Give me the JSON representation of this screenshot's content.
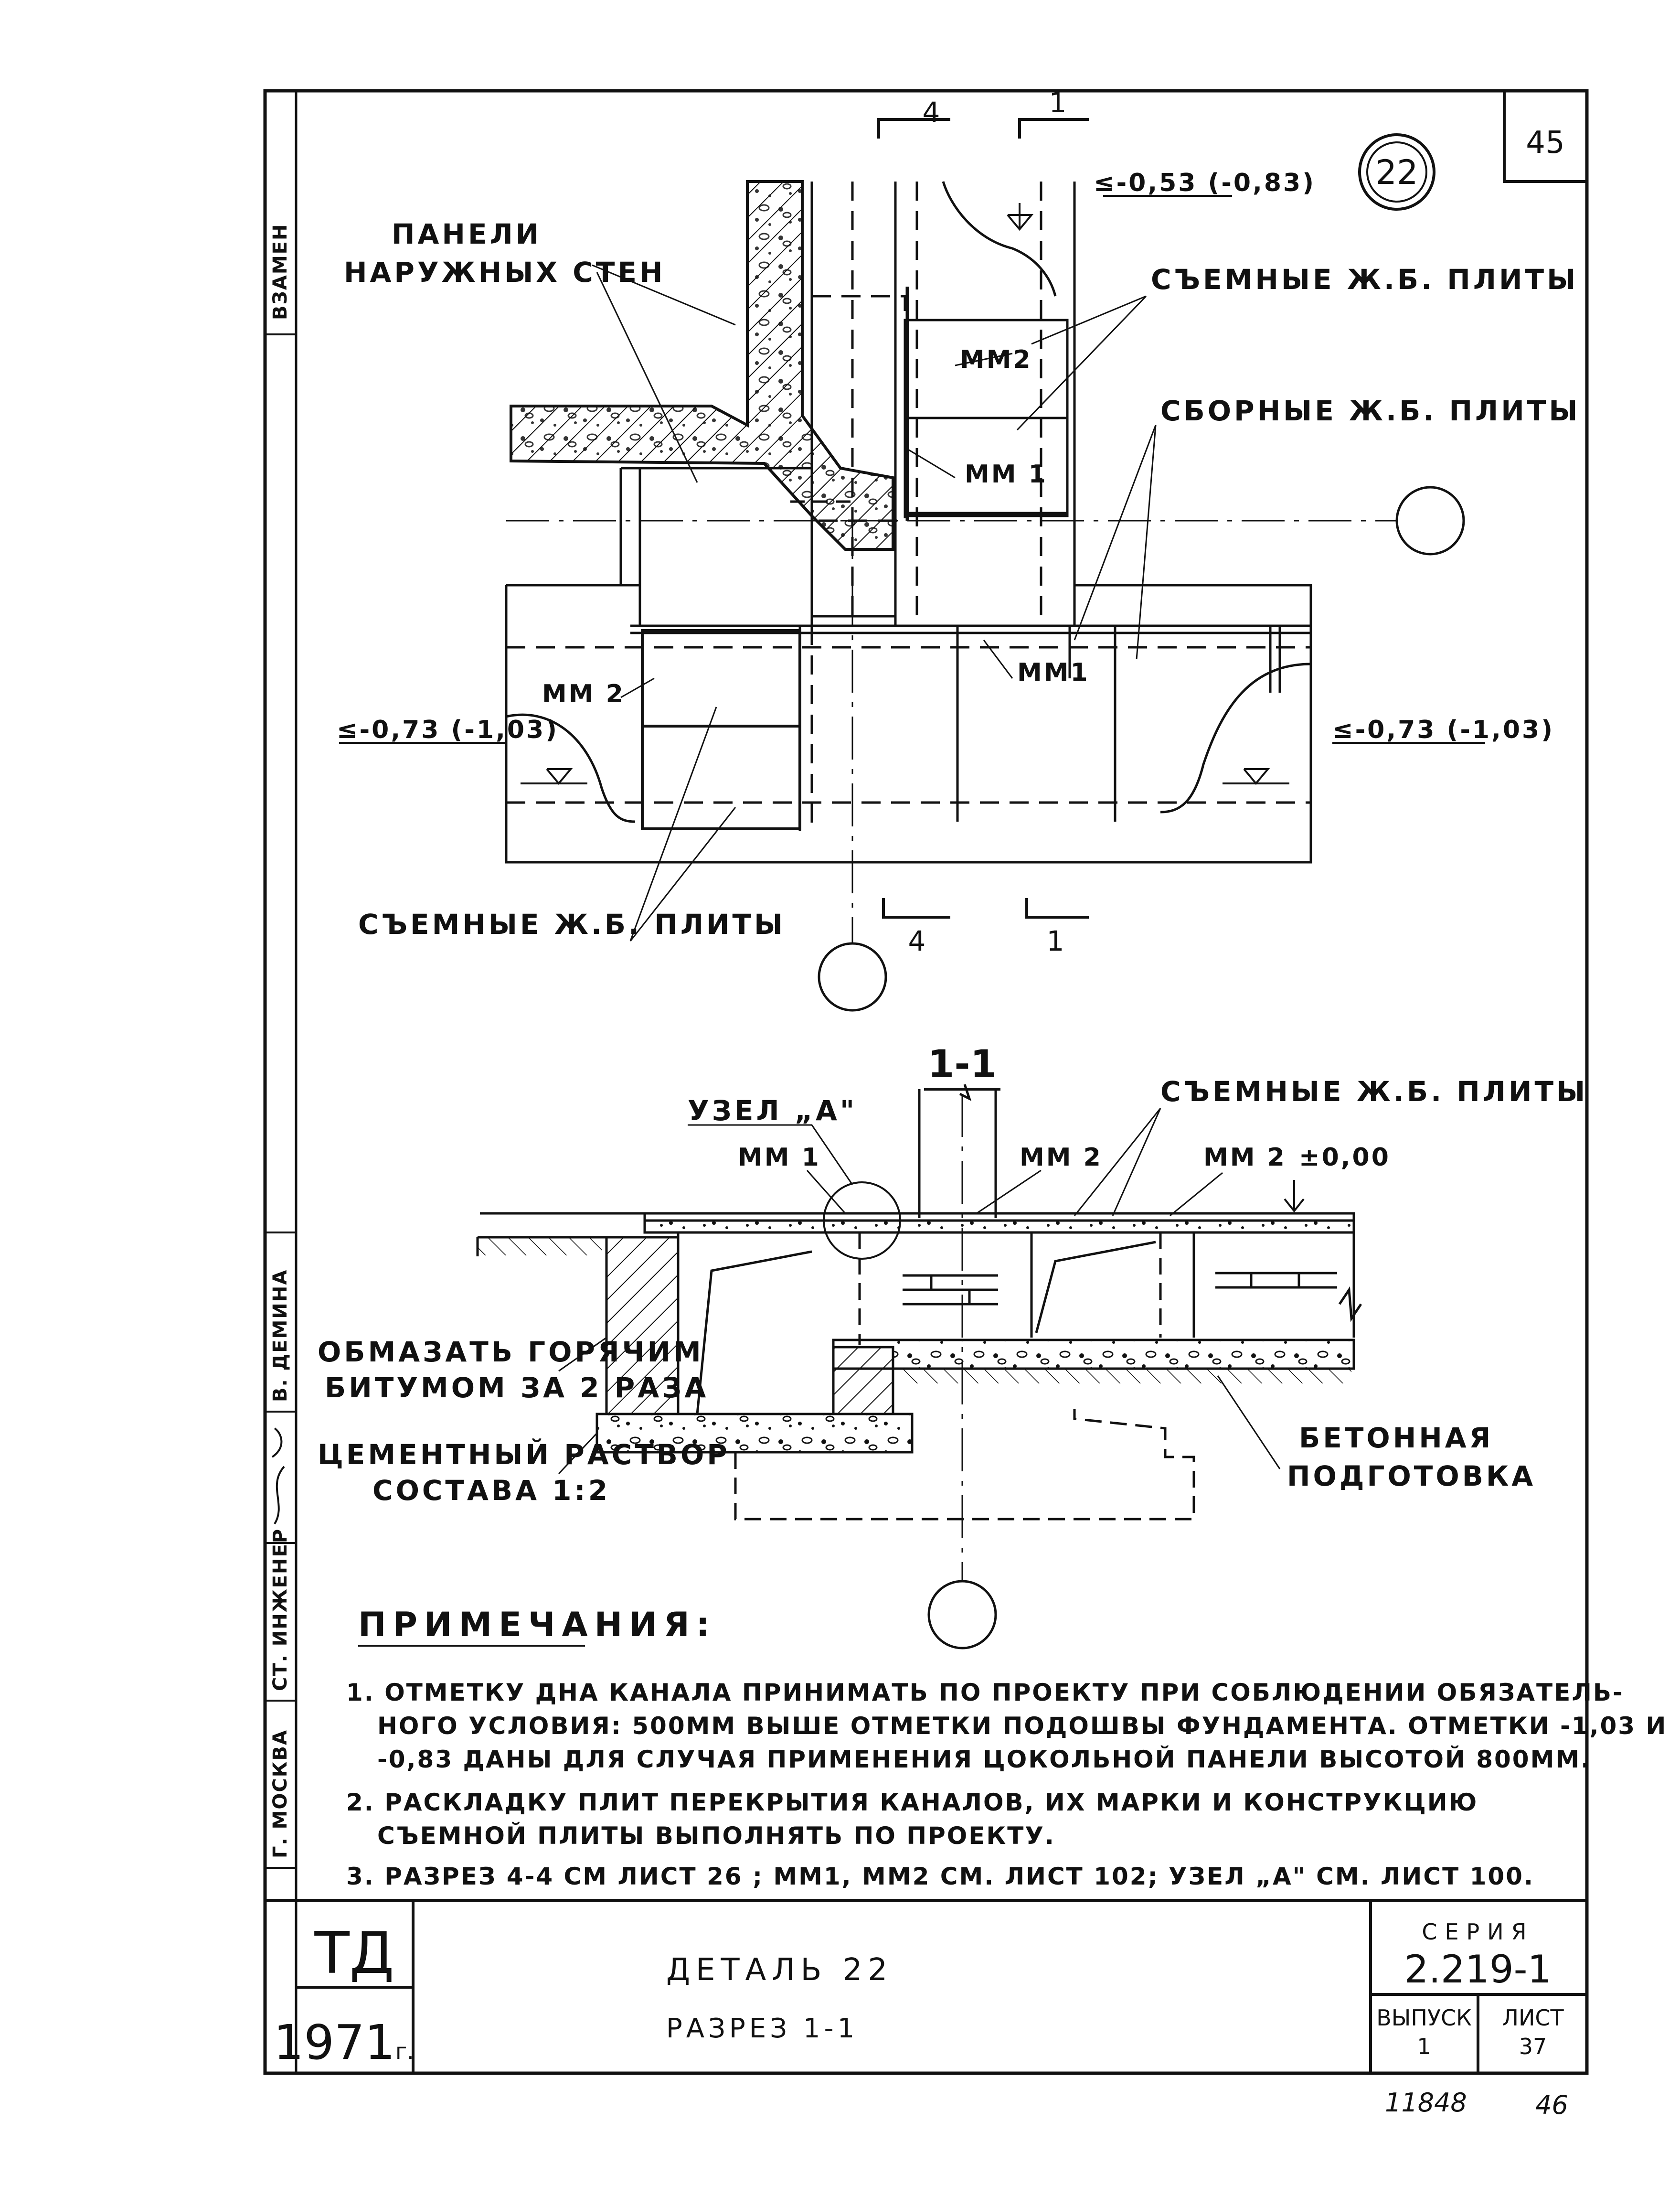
{
  "sheet": {
    "sheet_corner_number": "45",
    "page_footer_numbers": [
      "11848",
      "46"
    ]
  },
  "detail_marker": "22",
  "plan": {
    "labels": {
      "outer_wall_panels_line1": "ПАНЕЛИ",
      "outer_wall_panels_line2": "НАРУЖНЫХ СТЕН",
      "removable_slabs_top": "СЪЕМНЫЕ Ж.Б. ПЛИТЫ",
      "precast_slabs": "СБОРНЫЕ Ж.Б. ПЛИТЫ",
      "removable_slabs_bottom": "СЪЕМНЫЕ Ж.Б. ПЛИТЫ",
      "mm2_upper": "ММ2",
      "mm1_upper": "ММ 1",
      "mm2_left": "ММ 2",
      "mm1_center": "ММ1"
    },
    "elevations": {
      "top": "≤-0,53 (-0,83)",
      "left": "≤-0,73 (-1,03)",
      "right": "≤-0,73 (-1,03)"
    },
    "section_marks": {
      "top_left": "4",
      "top_right": "1",
      "bottom_left": "4",
      "bottom_right": "1"
    }
  },
  "section": {
    "title": "1-1",
    "labels": {
      "node_a": "УЗЕЛ „А\"",
      "mm1": "ММ 1",
      "mm2_a": "ММ 2",
      "mm2_b": "ММ 2",
      "elevation_zero": "±0,00",
      "removable_slabs": "СЪЕМНЫЕ Ж.Б. ПЛИТЫ",
      "bitumen_line1": "ОБМАЗАТЬ ГОРЯЧИМ",
      "bitumen_line2": "БИТУМОМ ЗА 2 РАЗА",
      "mortar_line1": "ЦЕМЕНТНЫЙ РАСТВОР",
      "mortar_line2": "СОСТАВА 1:2",
      "concrete_line1": "БЕТОННАЯ",
      "concrete_line2": "ПОДГОТОВКА"
    }
  },
  "notes": {
    "title": "ПРИМЕЧАНИЯ:",
    "items": [
      "1. ОТМЕТКУ ДНА КАНАЛА ПРИНИМАТЬ ПО ПРОЕКТУ ПРИ СОБЛЮДЕНИИ ОБЯЗАТЕЛЬ-",
      "НОГО УСЛОВИЯ: 500ММ ВЫШЕ ОТМЕТКИ ПОДОШВЫ ФУНДАМЕНТА. ОТМЕТКИ -1,03 И",
      "-0,83 ДАНЫ ДЛЯ СЛУЧАЯ ПРИМЕНЕНИЯ ЦОКОЛЬНОЙ ПАНЕЛИ ВЫСОТОЙ 800ММ.",
      "2. РАСКЛАДКУ ПЛИТ ПЕРЕКРЫТИЯ КАНАЛОВ, ИХ МАРКИ И КОНСТРУКЦИЮ",
      "СЪЕМНОЙ ПЛИТЫ ВЫПОЛНЯТЬ ПО ПРОЕКТУ.",
      "3. РАЗРЕЗ 4-4 СМ ЛИСТ 26 ; ММ1, ММ2 СМ. ЛИСТ 102; УЗЕЛ „А\" СМ. ЛИСТ 100."
    ]
  },
  "left_margin": {
    "taken": "ВЗАМЕН",
    "engineer_role": "СТ. ИНЖЕНЕР",
    "engineer_name": "В. ДЕМИНА",
    "city": "Г. МОСКВА"
  },
  "title_block": {
    "org": "ТД",
    "year": "1971",
    "year_suffix": "г.",
    "title_line1": "ДЕТАЛЬ 22",
    "title_line2": "РАЗРЕЗ 1-1",
    "series_label": "СЕРИЯ",
    "series_value": "2.219-1",
    "issue_label": "ВЫПУСК",
    "issue_value": "1",
    "sheet_label": "ЛИСТ",
    "sheet_value": "37"
  }
}
